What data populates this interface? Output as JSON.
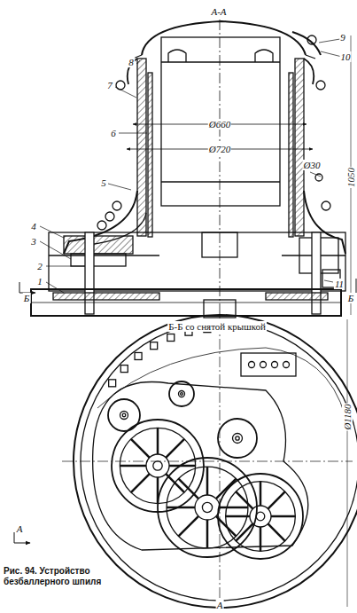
{
  "diagram": {
    "caption": "Рис. 94. Устройство безбаллерного шпиля",
    "labels": [
      "А-А",
      "9",
      "10",
      "8",
      "7",
      "6",
      "Ø660",
      "Ø720",
      "Ø30",
      "5",
      "4",
      "3",
      "2",
      "1",
      "Б",
      "11",
      "Б",
      "1050",
      "Б-Б со снятой крышкой",
      "А",
      "Ø1180",
      "А"
    ]
  }
}
